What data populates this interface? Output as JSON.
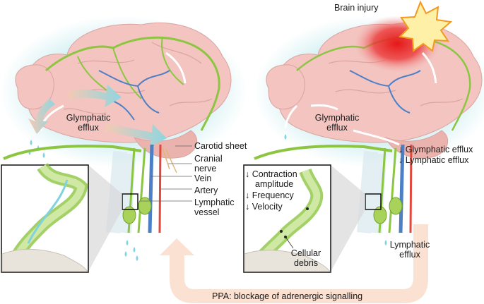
{
  "left_panel": {
    "efflux_label_line1": "Glymphatic",
    "efflux_label_line2": "efflux",
    "legend": {
      "carotid_sheet": "Carotid sheet",
      "cranial_nerve_line1": "Cranial",
      "cranial_nerve_line2": "nerve",
      "vein": "Vein",
      "artery": "Artery",
      "lymphatic_vessel_line1": "Lymphatic",
      "lymphatic_vessel_line2": "vessel"
    }
  },
  "right_panel": {
    "injury_label": "Brain injury",
    "efflux_label_line1": "Glymphatic",
    "efflux_label_line2": "efflux",
    "effects": {
      "glymphatic": "↓ Glymphatic efflux",
      "lymphatic": "↓ Lymphatic efflux"
    },
    "inset_effects": {
      "contraction_line1": "↓ Contraction",
      "contraction_line2": "amplitude",
      "frequency": "↓ Frequency",
      "velocity": "↓ Velocity"
    },
    "debris_line1": "Cellular",
    "debris_line2": "debris",
    "lymph_out_line1": "Lymphatic",
    "lymph_out_line2": "efflux"
  },
  "bottom_arrow_label": "PPA: blockage of adrenergic signalling",
  "colors": {
    "brain": "#f3c4c0",
    "brain_outline": "#e0a9a6",
    "glow": "#c9ecef",
    "lymphatic_green": "#8cc641",
    "vein_blue": "#4c7fc6",
    "artery_red": "#e0473d",
    "fluid_cyan": "#7fd3e0",
    "injury_red": "#e52020",
    "star_fill": "#fff0a8",
    "star_stroke": "#f29a1f",
    "ppa_arrow": "#fbe1d1"
  }
}
